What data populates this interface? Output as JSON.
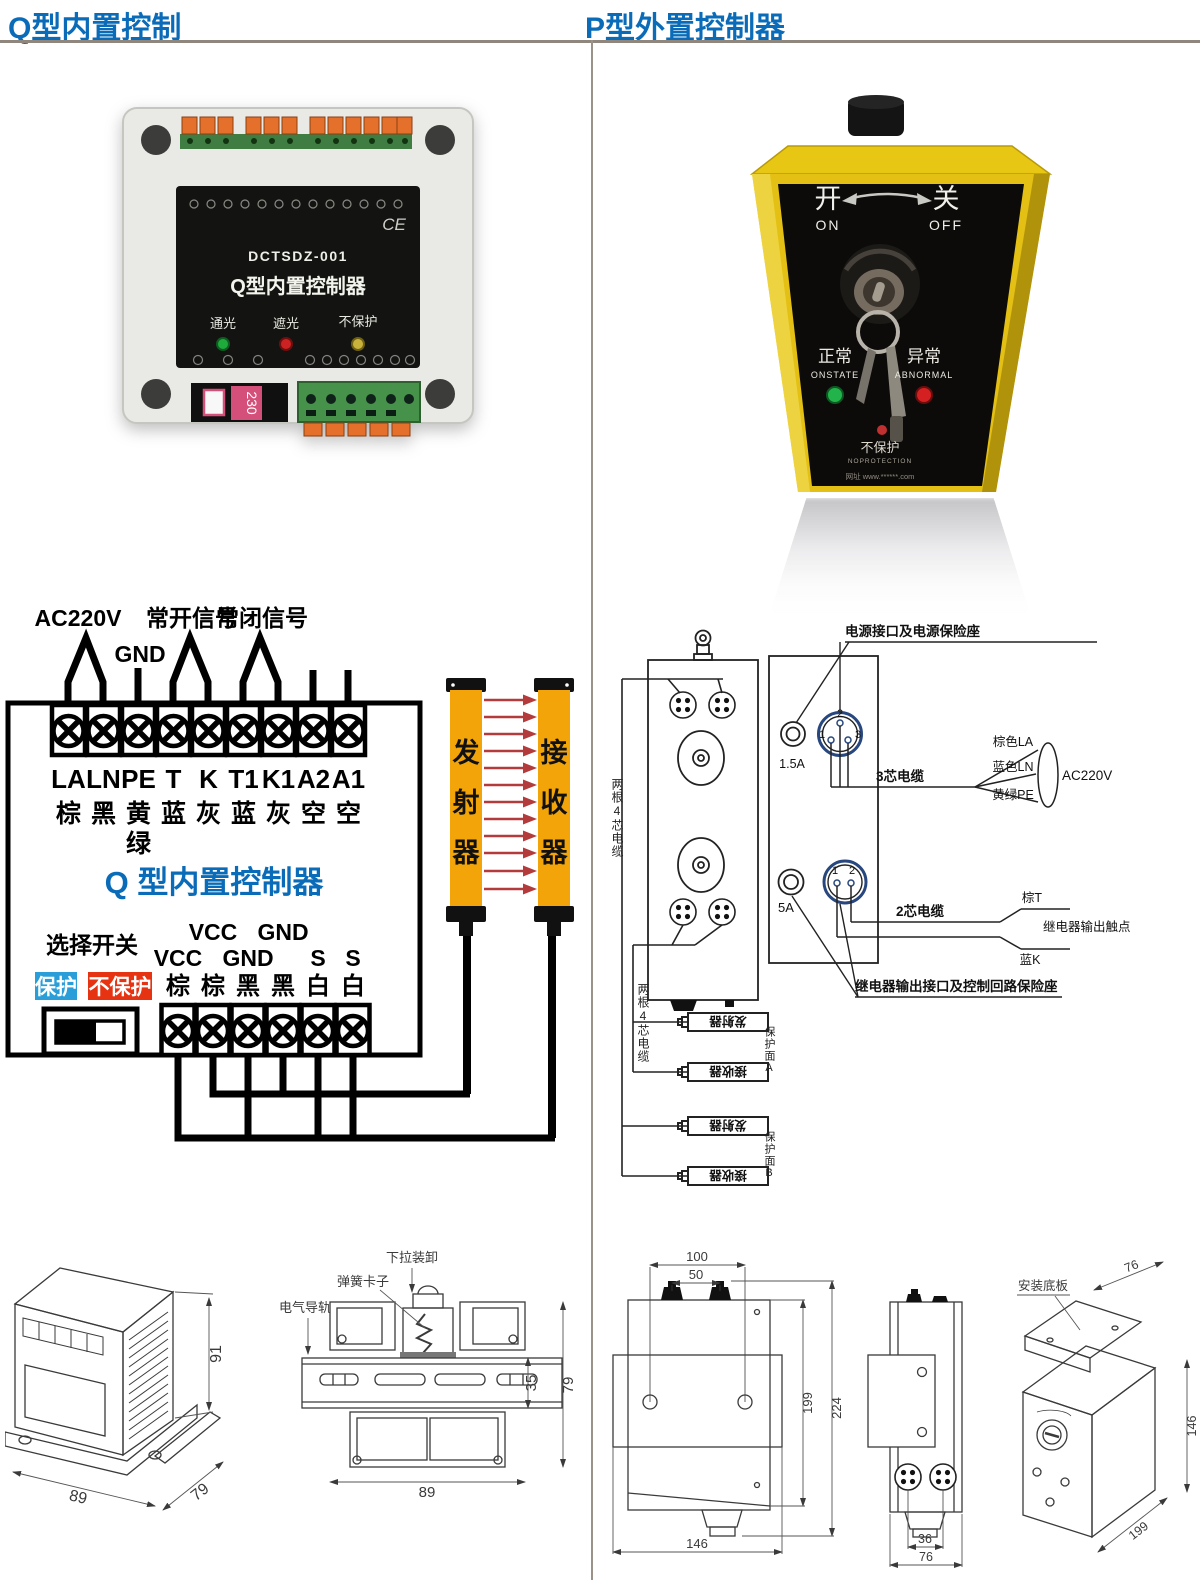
{
  "page": {
    "left_title": "Q型内置控制",
    "right_title": "P型外置控制器"
  },
  "colors": {
    "accent_blue": "#0a6cb8",
    "badge_blue": "#2a9ed8",
    "badge_red": "#e63312",
    "curtain_yellow": "#f2a408",
    "beam_red": "#b43b3b",
    "device_yellow": "#e3c013"
  },
  "q_photo": {
    "model": "DCTSDZ-001",
    "name": "Q型内置控制器",
    "ce": "CE",
    "led_on": "通光",
    "led_block": "遮光",
    "led_noprot": "不保护",
    "breaker": "230"
  },
  "p_photo": {
    "open": "开",
    "on": "ON",
    "close": "关",
    "off": "OFF",
    "normal": "正常",
    "onstate": "ONSTATE",
    "abnormal": "异常",
    "abnormal_en": "ABNORMAL",
    "noprot": "不保护",
    "noprot_en": "NOPROTECTION",
    "site": "网址 www.******.com"
  },
  "q_diagram": {
    "top_labels": {
      "ac": "AC220V",
      "gnd": "GND",
      "no": "常开信号",
      "nc": "常闭信号"
    },
    "title": "Q 型内置控制器",
    "terminals": [
      {
        "label": "LA",
        "color": "棕"
      },
      {
        "label": "LN",
        "color": "黑"
      },
      {
        "label": "PE",
        "color": "黄"
      },
      {
        "label": "T",
        "color": "蓝"
      },
      {
        "label": "K",
        "color": "灰"
      },
      {
        "label": "T1",
        "color": "蓝"
      },
      {
        "label": "K1",
        "color": "灰"
      },
      {
        "label": "A2",
        "color": "空"
      },
      {
        "label": "A1",
        "color": "空"
      }
    ],
    "pe_color2": "绿",
    "selector": "选择开关",
    "protect": "保护",
    "noprotect": "不保护",
    "row1": [
      "VCC",
      "GND"
    ],
    "row2": [
      "VCC",
      "GND",
      "S",
      "S"
    ],
    "bottom_colors": [
      "棕",
      "棕",
      "黑",
      "黑",
      "白",
      "白"
    ],
    "tx_chars": [
      "发",
      "射",
      "器"
    ],
    "rx_chars": [
      "接",
      "收",
      "器"
    ]
  },
  "p_diagram": {
    "power_label": "电源接口及电源保险座",
    "fuse_power": "1.5A",
    "fuse_relay": "5A",
    "cable3": "3芯电缆",
    "cable2": "2芯电缆",
    "la": "棕色LA",
    "ln": "蓝色LN",
    "pe": "黄绿PE",
    "ac": "AC220V",
    "t": "棕T",
    "k": "蓝K",
    "relay_contact": "继电器输出触点",
    "relay_label": "继电器输出接口及控制回路保险座",
    "two_cables": "两根4芯电缆",
    "pins3": [
      "1",
      "2",
      "3"
    ],
    "pins2": [
      "1",
      "2"
    ],
    "bar_tx": "发射器",
    "bar_rx": "接收器",
    "face_a": "保护面A",
    "face_b": "保护面B"
  },
  "drawings": {
    "q_iso": {
      "w": "89",
      "d": "79",
      "h": "91"
    },
    "q_din": {
      "pull": "下拉装卸",
      "spring": "弹簧卡子",
      "rail": "电气导轨",
      "d35": "35",
      "d79": "79",
      "d89": "89"
    },
    "p_front": {
      "d100": "100",
      "d50": "50",
      "d199": "199",
      "d224": "224",
      "d146": "146"
    },
    "p_side": {
      "d36": "36",
      "d76": "76"
    },
    "p_iso": {
      "plate": "安装底板",
      "d76": "76",
      "d146": "146",
      "d199": "199"
    }
  }
}
